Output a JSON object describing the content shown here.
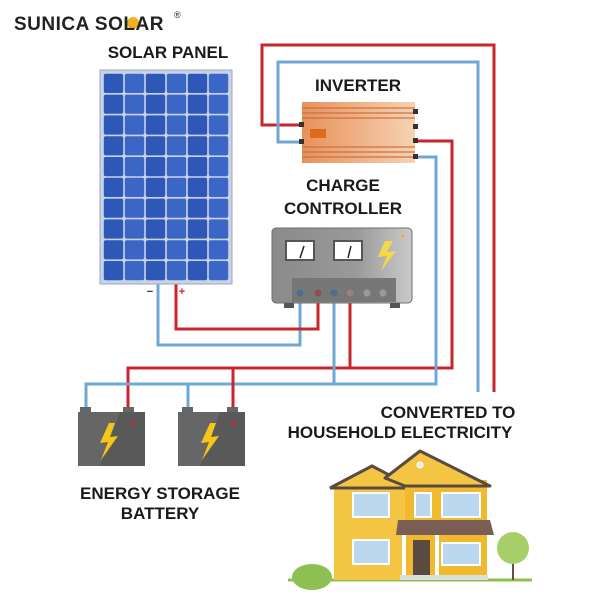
{
  "logo": {
    "brand": "SUNICA SOLAR",
    "registered": "®"
  },
  "labels": {
    "solar_panel": "SOLAR PANEL",
    "inverter": "INVERTER",
    "charge_controller_line1": "CHARGE",
    "charge_controller_line2": "CONTROLLER",
    "battery_line1": "ENERGY STORAGE",
    "battery_line2": "BATTERY",
    "output_line1": "CONVERTED TO",
    "output_line2": "HOUSEHOLD ELECTRICITY",
    "panel_negative": "−",
    "panel_positive": "+"
  },
  "colors": {
    "positive_wire": "#c8262e",
    "negative_wire": "#6fa8d6",
    "panel_blue": "#2f57b8",
    "inverter_orange": "#e89a66",
    "controller_gray": "#8d8d8d",
    "battery_gray": "#5b5b5b",
    "bolt_yellow": "#f5c518",
    "house_yellow": "#f4c542"
  }
}
